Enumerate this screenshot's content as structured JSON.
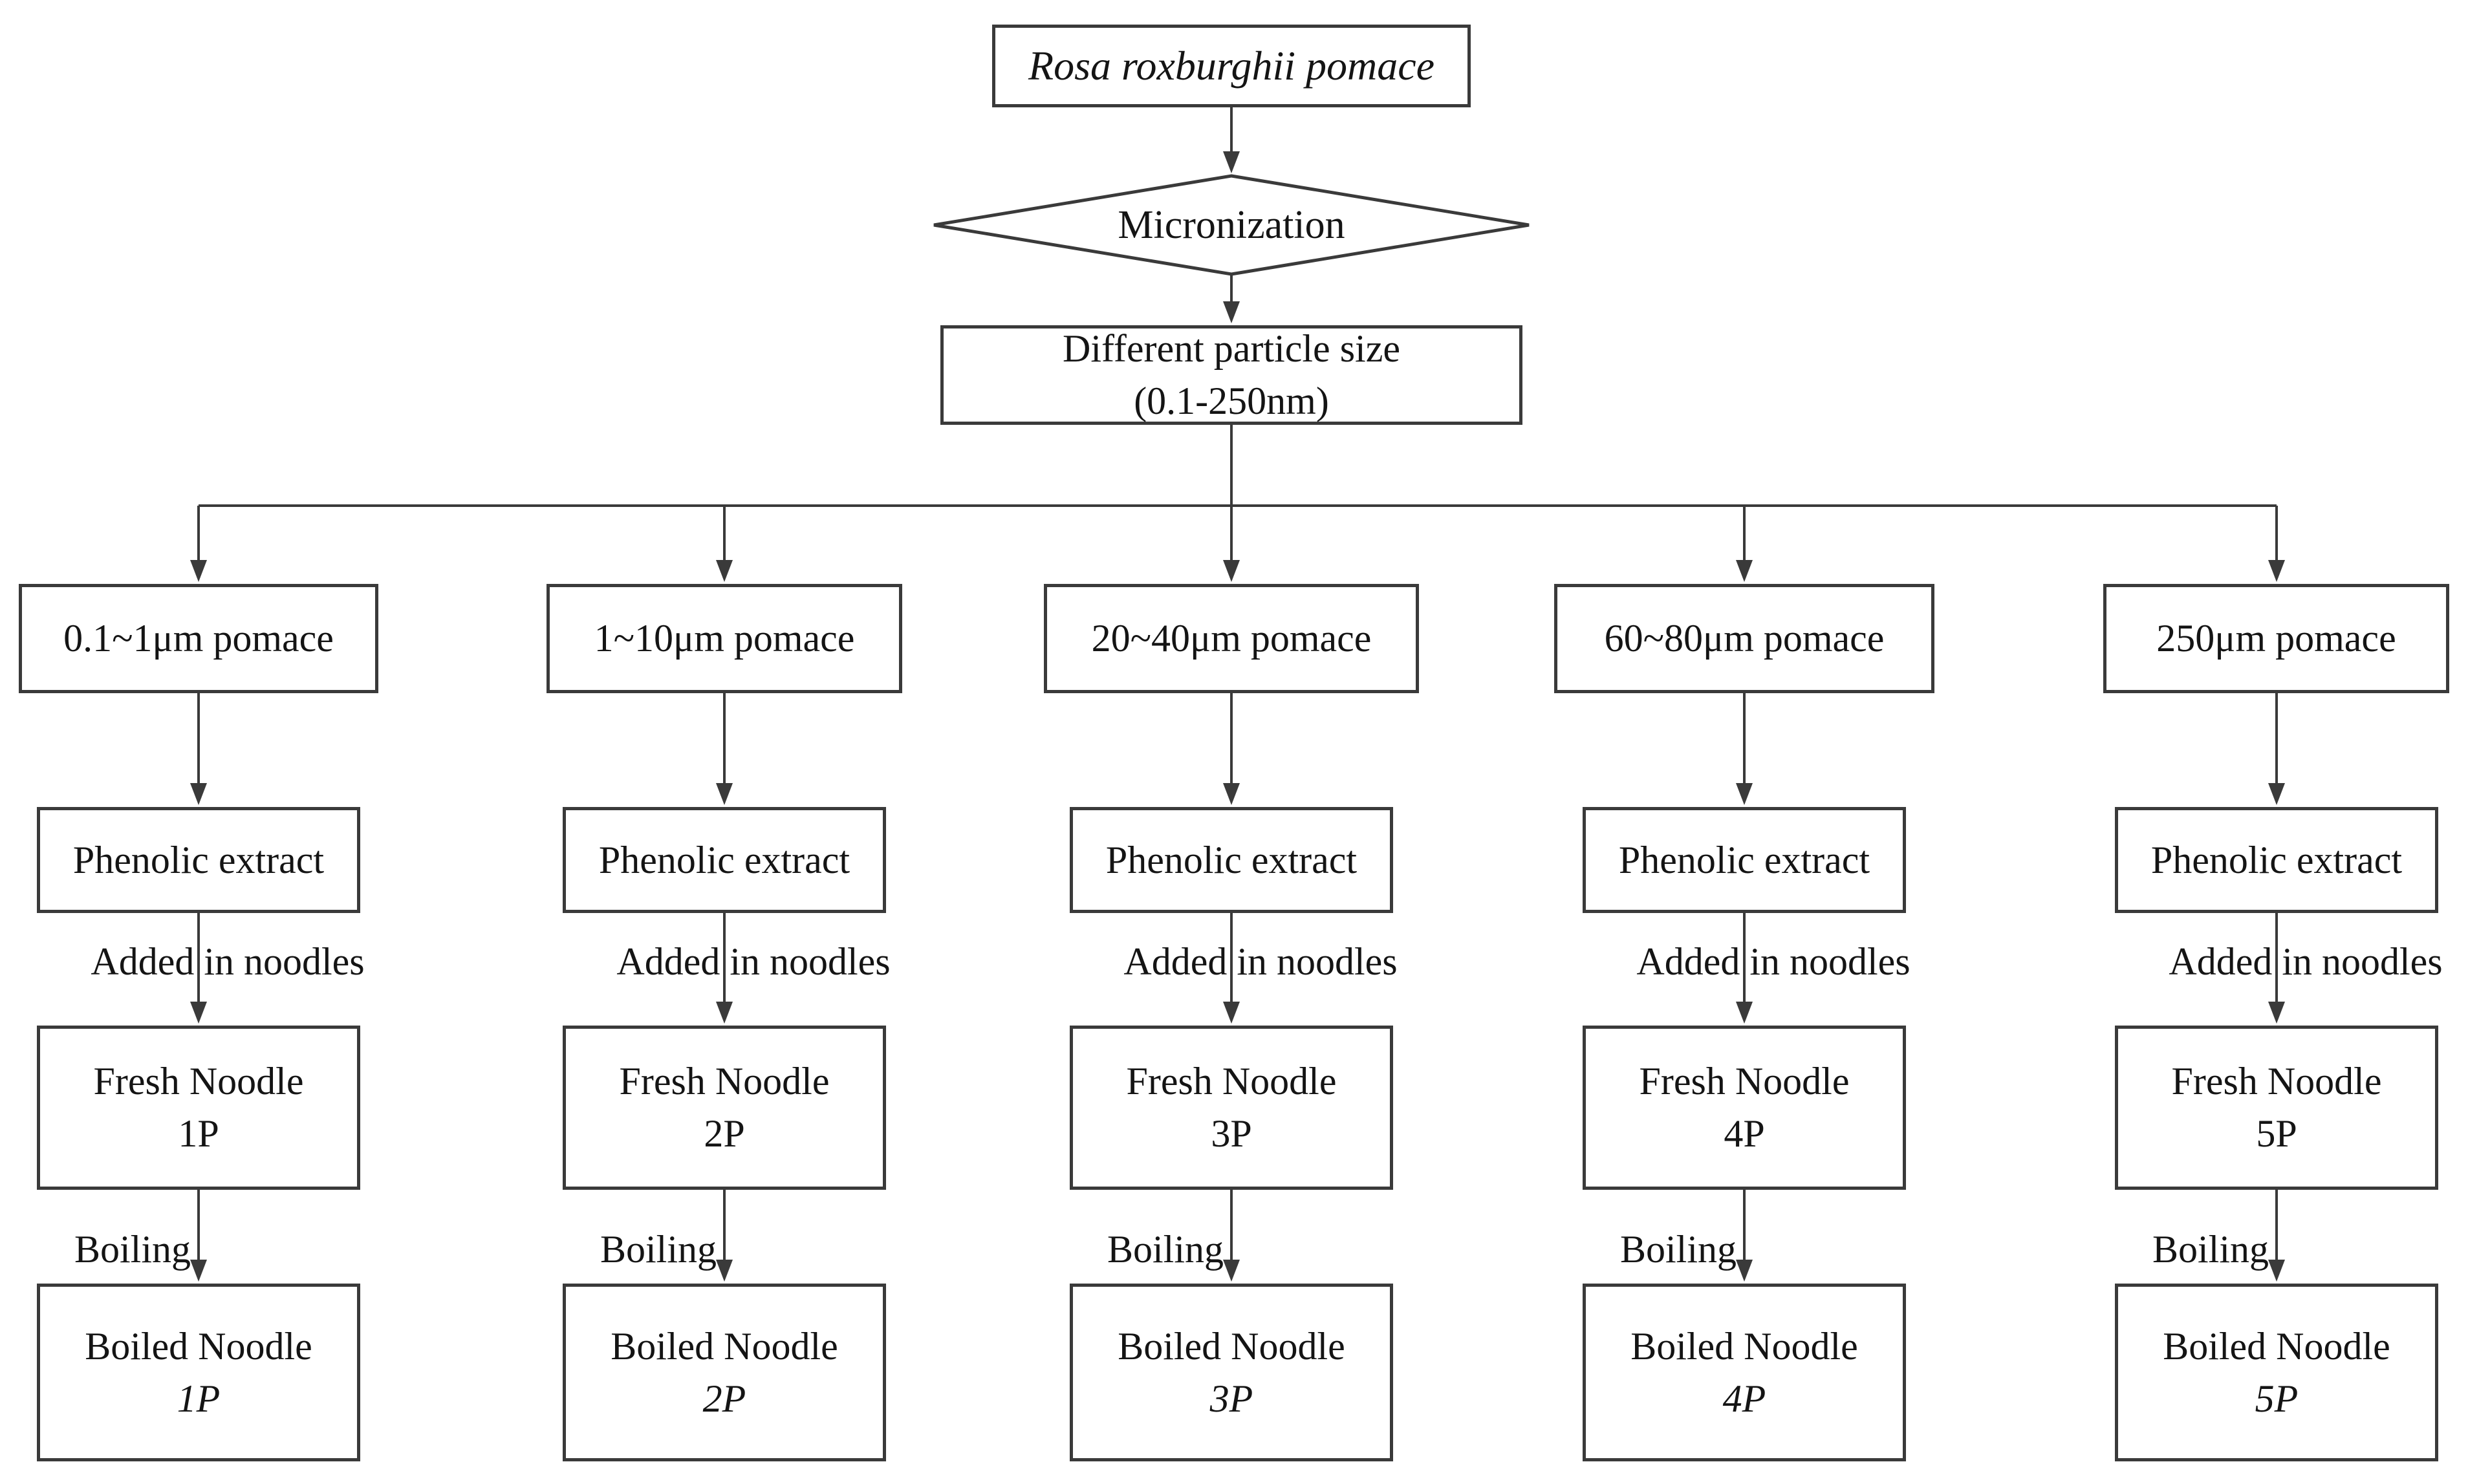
{
  "figure": {
    "root_label": "Rosa roxburghii pomace",
    "decision_label": "Micronization",
    "particle_box": {
      "line1": "Different particle size",
      "line2": "(0.1-250nm)"
    },
    "colors": {
      "background": "#ffffff",
      "box_border": "#3a3a3a",
      "line": "#3a3a3a",
      "text": "#141414"
    }
  },
  "columns": [
    {
      "pomace_label": "0.1~1μm pomace",
      "phenolic_label": "Phenolic extract",
      "added_label": "Added in noodles",
      "fresh_line1": "Fresh Noodle",
      "fresh_line2": "1P",
      "boiling_label": "Boiling",
      "boiled_line1": "Boiled Noodle",
      "boiled_line2": "1P"
    },
    {
      "pomace_label": "1~10μm pomace",
      "phenolic_label": "Phenolic extract",
      "added_label": "Added in noodles",
      "fresh_line1": "Fresh Noodle",
      "fresh_line2": "2P",
      "boiling_label": "Boiling",
      "boiled_line1": "Boiled Noodle",
      "boiled_line2": "2P"
    },
    {
      "pomace_label": "20~40μm pomace",
      "phenolic_label": "Phenolic extract",
      "added_label": "Added in noodles",
      "fresh_line1": "Fresh Noodle",
      "fresh_line2": "3P",
      "boiling_label": "Boiling",
      "boiled_line1": "Boiled Noodle",
      "boiled_line2": "3P"
    },
    {
      "pomace_label": "60~80μm pomace",
      "phenolic_label": "Phenolic extract",
      "added_label": "Added in noodles",
      "fresh_line1": "Fresh Noodle",
      "fresh_line2": "4P",
      "boiling_label": "Boiling",
      "boiled_line1": "Boiled Noodle",
      "boiled_line2": "4P"
    },
    {
      "pomace_label": "250μm pomace",
      "phenolic_label": "Phenolic extract",
      "added_label": "Added in noodles",
      "fresh_line1": "Fresh Noodle",
      "fresh_line2": "5P",
      "boiling_label": "Boiling",
      "boiled_line1": "Boiled Noodle",
      "boiled_line2": "5P"
    }
  ]
}
